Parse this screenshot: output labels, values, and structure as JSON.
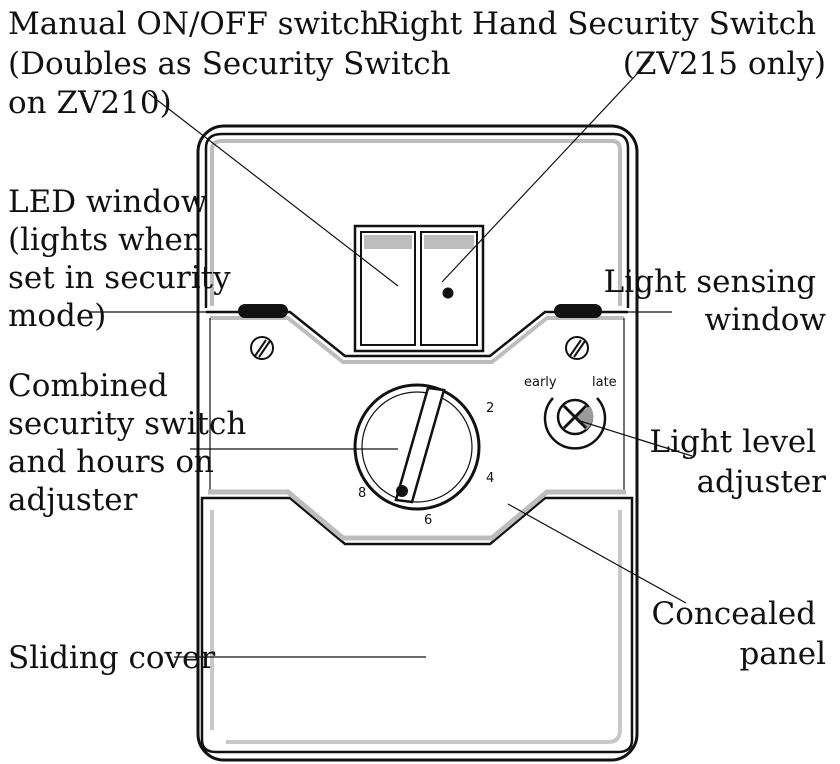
{
  "labels": {
    "manual_switch": [
      "Manual ON/OFF switch",
      "(Doubles as Security Switch",
      "on ZV210)"
    ],
    "right_switch": [
      "Right Hand Security Switch",
      "(ZV215 only)"
    ],
    "led_window": [
      "LED window",
      "(lights when",
      "set in security",
      "mode)"
    ],
    "light_sensing": [
      "Light sensing",
      "window"
    ],
    "combined_switch": [
      "Combined",
      "security switch",
      "and hours on",
      "adjuster"
    ],
    "light_level": [
      "Light level",
      "adjuster"
    ],
    "concealed_panel": [
      "Concealed",
      "panel"
    ],
    "sliding_cover": [
      "Sliding cover"
    ]
  },
  "dial": {
    "marks": [
      "2",
      "4",
      "6",
      "8"
    ]
  },
  "adjuster": {
    "early": "early",
    "late": "late"
  },
  "icons": [
    "screw-icon",
    "led-indicator",
    "dial-knob",
    "adjuster-knob"
  ]
}
